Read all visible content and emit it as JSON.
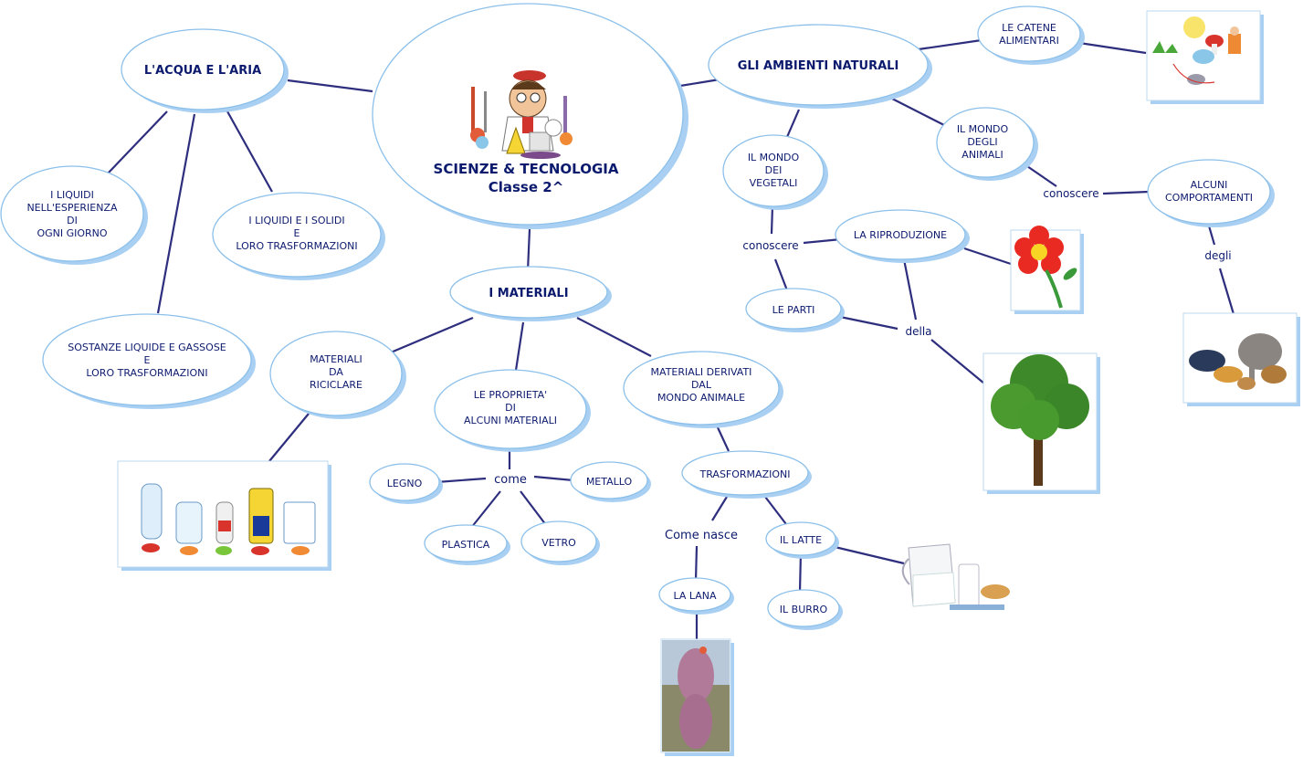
{
  "center": {
    "title": "SCIENZE & TECNOLOGIA",
    "subtitle": "Classe 2^"
  },
  "nodes": {
    "acqua_aria": "L'ACQUA E L'ARIA",
    "liquidi_esperienza": [
      "I LIQUIDI",
      "NELL'ESPERIENZA",
      "DI",
      "OGNI GIORNO"
    ],
    "liquidi_solidi": [
      "I LIQUIDI E I SOLIDI",
      "E",
      "LORO TRASFORMAZIONI"
    ],
    "sostanze": [
      "SOSTANZE LIQUIDE E GASSOSE",
      "E",
      "LORO TRASFORMAZIONI"
    ],
    "materiali": "I MATERIALI",
    "riciclare": [
      "MATERIALI",
      "DA",
      "RICICLARE"
    ],
    "proprieta": [
      "LE PROPRIETA'",
      "DI",
      "ALCUNI MATERIALI"
    ],
    "derivati": [
      "MATERIALI DERIVATI",
      "DAL",
      "MONDO ANIMALE"
    ],
    "legno": "LEGNO",
    "metallo": "METALLO",
    "plastica": "PLASTICA",
    "vetro": "VETRO",
    "trasformazioni": "TRASFORMAZIONI",
    "latte": "IL LATTE",
    "lana": "LA LANA",
    "burro": "IL BURRO",
    "ambienti": "GLI AMBIENTI NATURALI",
    "catene": [
      "LE CATENE",
      "ALIMENTARI"
    ],
    "vegetali": [
      "IL MONDO",
      "DEI",
      "VEGETALI"
    ],
    "animali": [
      "IL MONDO",
      "DEGLI",
      "ANIMALI"
    ],
    "riproduzione": "LA RIPRODUZIONE",
    "parti": "LE PARTI",
    "comportamenti": [
      "ALCUNI",
      "COMPORTAMENTI"
    ]
  },
  "linking_words": {
    "come": "come",
    "come_nasce": "Come nasce",
    "conoscere_veg": "conoscere",
    "conoscere_anim": "conoscere",
    "della": "della",
    "degli": "degli"
  },
  "images": {
    "scientist": "scientist-illustration",
    "recycle": "recycled-materials-illustration",
    "food_chain": "food-chain-illustration",
    "flower": "red-flower-illustration",
    "tree": "tree-photo",
    "animals": "animals-group-photo",
    "milk": "milk-and-bread-photo",
    "wool": "wool-skein-photo"
  },
  "colors": {
    "text": "#0c1a6e",
    "link": "#2e2e7e",
    "node_border": "#8cc0ea",
    "node_shadow": "#a9d0f2"
  }
}
